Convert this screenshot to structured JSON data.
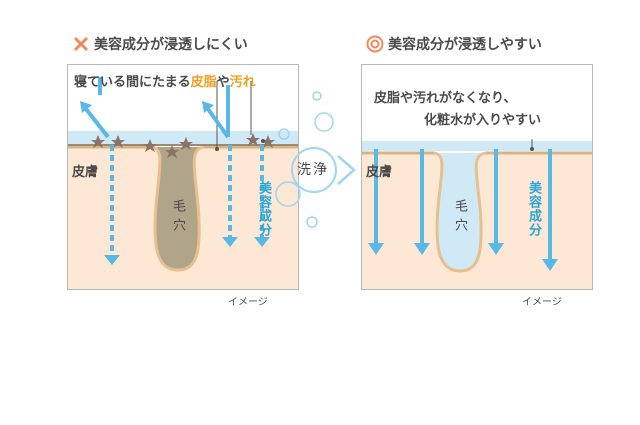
{
  "left": {
    "title": "美容成分が浸透しにくい",
    "heading_prefix": "寝ている間にたまる",
    "heading_highlight1": "皮脂",
    "heading_mid": "や",
    "heading_highlight2": "汚れ",
    "skin_label": "皮膚",
    "pore_label": "毛穴",
    "ingredient_label": "美容成分",
    "image_note": "イメージ",
    "mark_icon": "cross-icon"
  },
  "right": {
    "title": "美容成分が浸透しやすい",
    "text_line1": "皮脂や汚れがなくなり、",
    "text_line2": "化粧水が入りやすい",
    "skin_label": "皮膚",
    "pore_label": "毛穴",
    "ingredient_label": "美容成分",
    "image_note": "イメージ",
    "mark_icon": "double-circle-icon"
  },
  "center": {
    "wash_label": "洗浄"
  },
  "colors": {
    "arrow_blue": "#58b8e6",
    "ingredient_blue": "#2aa7d8",
    "highlight_orange": "#f0a020",
    "skin": "#fce8d4",
    "skin_edge": "#e8c08e",
    "water": "#cfe9f7",
    "clogged_pore": "#b0a48a",
    "mark_orange": "#ef8a5a"
  }
}
